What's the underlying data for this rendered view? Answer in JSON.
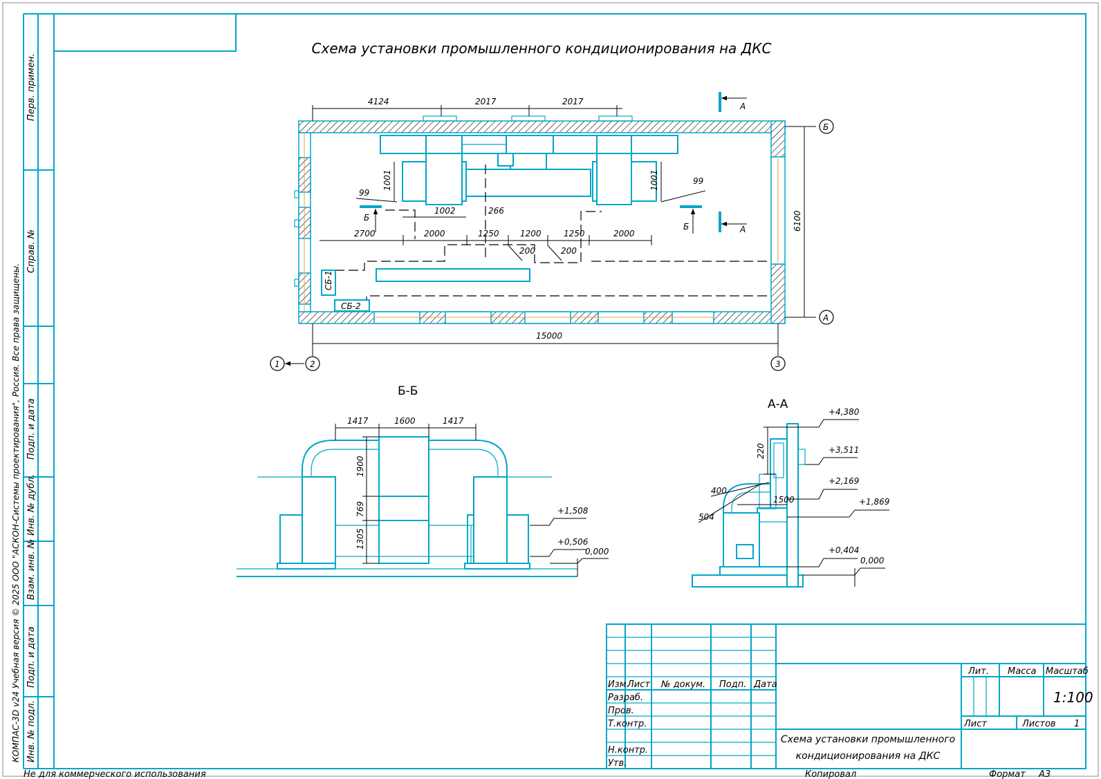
{
  "title": "Схема установки промышленного кондиционирования на ДКС",
  "plan": {
    "top_dims": [
      "4124",
      "2017",
      "2017"
    ],
    "overall_length": "15000",
    "overall_width": "6100",
    "inner_dims": {
      "d1001_left": "1001",
      "d1001_right": "1001",
      "d99_left": "99",
      "d99_right": "99",
      "d1002": "1002",
      "d266": "266",
      "row": [
        "2700",
        "2000",
        "1250",
        "1200",
        "1250",
        "2000"
      ],
      "d200a": "200",
      "d200b": "200"
    },
    "equipment": {
      "sb1": "СБ-1",
      "sb2": "СБ-2"
    },
    "axes": {
      "a1": "1",
      "a2": "2",
      "a3": "3",
      "aA": "А",
      "aB": "Б"
    },
    "cut_marks": {
      "a_top": "А",
      "a_mid": "А",
      "b_left": "Б",
      "b_right": "Б"
    }
  },
  "section_bb": {
    "title": "Б-Б",
    "dims_top": [
      "1417",
      "1600",
      "1417"
    ],
    "dims_vertical": [
      "1900",
      "769",
      "1305"
    ],
    "levels": [
      "+1,508",
      "+0,506",
      "0,000"
    ]
  },
  "section_aa": {
    "title": "А-А",
    "levels": [
      "+4,380",
      "+3,511",
      "+2,169",
      "+1,869",
      "+0,404",
      "0,000"
    ],
    "dims": {
      "d220": "220",
      "d400": "400",
      "d1500": "1500",
      "d504": "504"
    }
  },
  "side_stamp": {
    "labels": [
      "Перв. примен.",
      "Справ. №",
      "Подп. и дата",
      "Инв. № дубл.",
      "Взам. инв. №",
      "Подп. и дата",
      "Инв. № подл."
    ],
    "copyright": "КОМПАС-3D v24 Учебная версия © 2025 ООО \"АСКОН-Системы проектирования\", Россия. Все права защищены."
  },
  "title_block": {
    "headers": [
      "Изм.",
      "Лист",
      "№ докум.",
      "Подп.",
      "Дата"
    ],
    "roles": [
      "Разраб.",
      "Пров.",
      "Т.контр.",
      "Н.контр.",
      "Утв."
    ],
    "lit": "Лит.",
    "mass": "Масса",
    "scale_label": "Масштаб",
    "scale": "1:100",
    "sheet": "Лист",
    "sheets": "Листов",
    "sheets_count": "1",
    "doc_title_line1": "Схема установки промышленного",
    "doc_title_line2": "кондиционирования на ДКС"
  },
  "footer": {
    "noncommercial": "Не для коммерческого использования",
    "copied": "Копировал",
    "format_label": "Формат",
    "format": "A3"
  }
}
